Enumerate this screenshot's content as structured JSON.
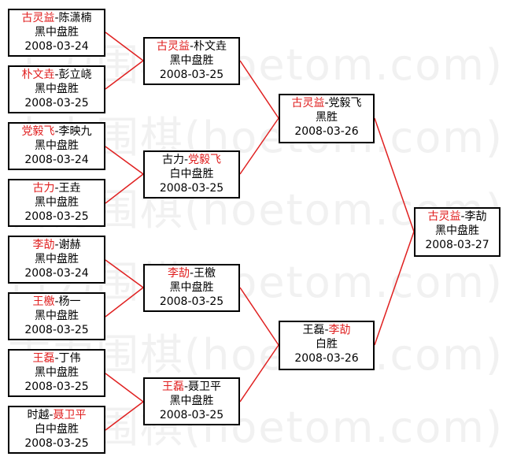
{
  "watermark": "古力围棋(hoetom.com)",
  "colors": {
    "winner": "#e02020",
    "line": "#e02020",
    "border": "#000000"
  },
  "matches": [
    {
      "id": "r1m1",
      "p1": "古灵益",
      "p2": "陈潇楠",
      "winner": 1,
      "result": "黑中盘胜",
      "date": "2008-03-24"
    },
    {
      "id": "r1m2",
      "p1": "朴文垚",
      "p2": "彭立峣",
      "winner": 1,
      "result": "黑中盘胜",
      "date": "2008-03-25"
    },
    {
      "id": "r1m3",
      "p1": "党毅飞",
      "p2": "李映九",
      "winner": 1,
      "result": "黑中盘胜",
      "date": "2008-03-24"
    },
    {
      "id": "r1m4",
      "p1": "古力",
      "p2": "王垚",
      "winner": 1,
      "result": "黑中盘胜",
      "date": "2008-03-25"
    },
    {
      "id": "r1m5",
      "p1": "李劼",
      "p2": "谢赫",
      "winner": 1,
      "result": "黑中盘胜",
      "date": "2008-03-24"
    },
    {
      "id": "r1m6",
      "p1": "王檄",
      "p2": "杨一",
      "winner": 1,
      "result": "黑中盘胜",
      "date": "2008-03-25"
    },
    {
      "id": "r1m7",
      "p1": "王磊",
      "p2": "丁伟",
      "winner": 1,
      "result": "黑中盘胜",
      "date": "2008-03-25"
    },
    {
      "id": "r1m8",
      "p1": "时越",
      "p2": "聂卫平",
      "winner": 2,
      "result": "白中盘胜",
      "date": "2008-03-25"
    },
    {
      "id": "r2m1",
      "p1": "古灵益",
      "p2": "朴文垚",
      "winner": 1,
      "result": "黑中盘胜",
      "date": "2008-03-25"
    },
    {
      "id": "r2m2",
      "p1": "古力",
      "p2": "党毅飞",
      "winner": 2,
      "result": "白中盘胜",
      "date": "2008-03-25"
    },
    {
      "id": "r2m3",
      "p1": "李劼",
      "p2": "王檄",
      "winner": 1,
      "result": "黑中盘胜",
      "date": "2008-03-25"
    },
    {
      "id": "r2m4",
      "p1": "王磊",
      "p2": "聂卫平",
      "winner": 1,
      "result": "黑中盘胜",
      "date": "2008-03-25"
    },
    {
      "id": "r3m1",
      "p1": "古灵益",
      "p2": "党毅飞",
      "winner": 1,
      "result": "黑胜",
      "date": "2008-03-26"
    },
    {
      "id": "r3m2",
      "p1": "王磊",
      "p2": "李劼",
      "winner": 2,
      "result": "白胜",
      "date": "2008-03-26"
    },
    {
      "id": "final",
      "p1": "古灵益",
      "p2": "李劼",
      "winner": 1,
      "result": "黑中盘胜",
      "date": "2008-03-27"
    }
  ]
}
